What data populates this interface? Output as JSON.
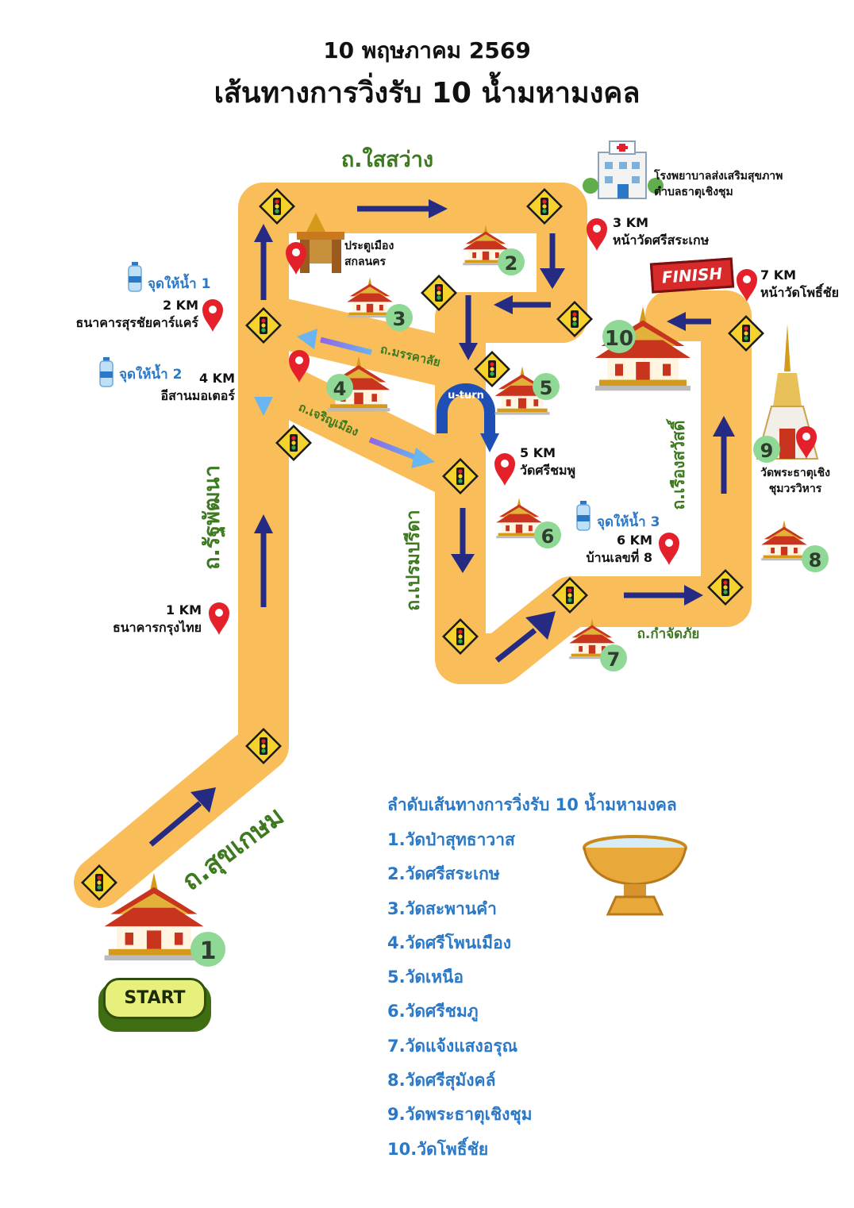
{
  "header": {
    "date": "10 พฤษภาคม 2569",
    "title": "เส้นทางการวิ่งรับ 10 น้ำมหามงคล"
  },
  "roads": {
    "sai_sawang": "ถ.ใสสว่าง",
    "rat_phatthana": "ถ.รัฐพัฒนา",
    "sukkasem": "ถ.สุขเกษม",
    "mankhalai": "ถ.มรรคาลัย",
    "charoen_mueang": "ถ.เจริญเมือง",
    "premprida": "ถ.เปรมปรีดา",
    "rueang_sawat": "ถ.เรืองสวัสดิ์",
    "kamchatphai": "ถ.กำจัดภัย"
  },
  "markers": {
    "km1": {
      "km": "1 KM",
      "place": "ธนาคารกรุงไทย"
    },
    "km2": {
      "km": "2 KM",
      "place": "ธนาคารสุรชัยคาร์แคร์"
    },
    "km3": {
      "km": "3 KM",
      "place": "หน้าวัดศรีสระเกษ"
    },
    "km4": {
      "km": "4 KM",
      "place": "อีสานมอเตอร์"
    },
    "km5": {
      "km": "5 KM",
      "place": "วัดศรีชมพู"
    },
    "km6": {
      "km": "6 KM",
      "place": "บ้านเลขที่ 8"
    },
    "km7": {
      "km": "7 KM",
      "place": "หน้าวัดโพธิ์ชัย"
    }
  },
  "water_points": {
    "w1": "จุดให้น้ำ 1",
    "w2": "จุดให้น้ำ 2",
    "w3": "จุดให้น้ำ 3"
  },
  "landmarks": {
    "gate_line1": "ประตูเมือง",
    "gate_line2": "สกลนคร",
    "hospital_line1": "โรงพยาบาลส่งเสริมสุขภาพ",
    "hospital_line2": "ตำบลธาตุเชิงชุม",
    "chedi_line1": "วัดพระธาตุเชิง",
    "chedi_line2": "ชุมวรวิหาร"
  },
  "signs": {
    "start": "START",
    "finish": "FINISH",
    "uturn": "u-turn"
  },
  "temple_numbers": [
    "1",
    "2",
    "3",
    "4",
    "5",
    "6",
    "7",
    "8",
    "9",
    "10"
  ],
  "legend": {
    "title": "ลำดับเส้นทางการวิ่งรับ 10 น้ำมหามงคล",
    "items": [
      "1.วัดป่าสุทธาวาส",
      "2.วัดศรีสระเกษ",
      "3.วัดสะพานคำ",
      "4.วัดศรีโพนเมือง",
      "5.วัดเหนือ",
      "6.วัดศรีชมภู",
      "7.วัดแจ้งแสงอรุณ",
      "8.วัดศรีสุมังคล์",
      "9.วัดพระธาตุเชิงชุม",
      "10.วัดโพธิ์ชัย"
    ]
  },
  "colors": {
    "route": "#f9bd5a",
    "arrow": "#252a82",
    "arrow_light": "#7fa6ee",
    "pin": "#e4212b",
    "road_text": "#3d7a1f",
    "water_text": "#2b78c6",
    "badge": "#8fd895",
    "sign": "#f5d22c"
  }
}
